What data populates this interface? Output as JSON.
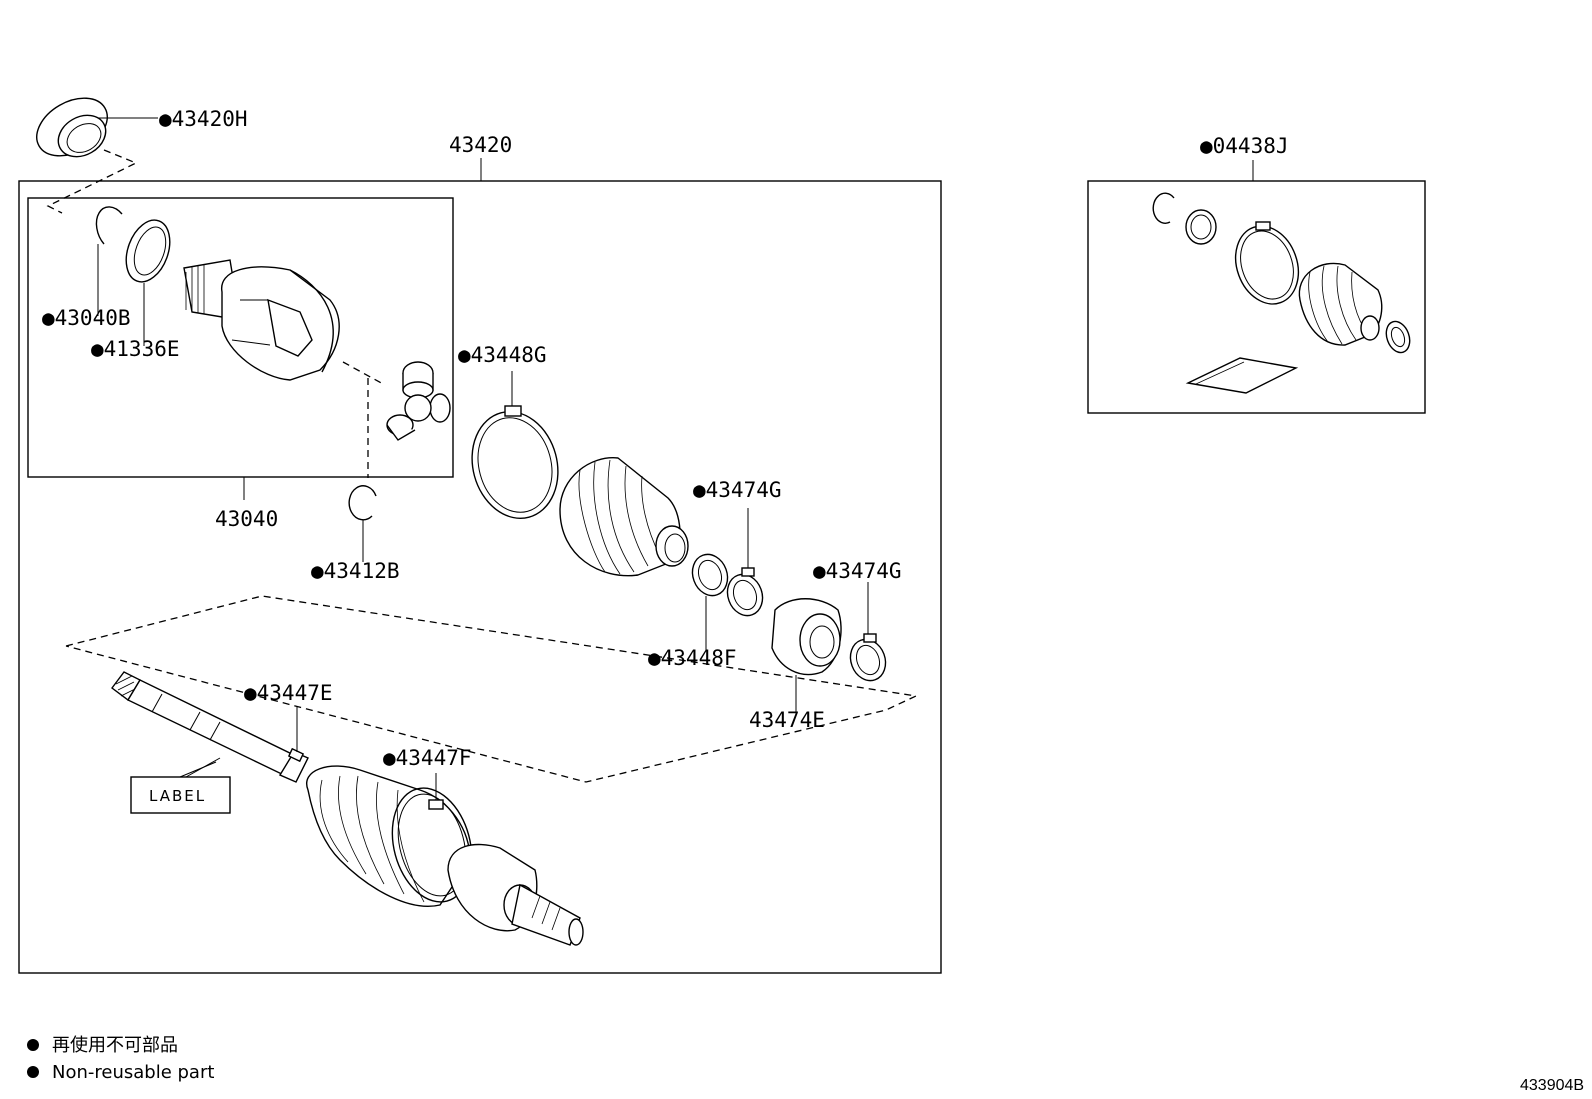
{
  "labels": {
    "p43420H": "●43420H",
    "p43420": "43420",
    "p43040B": "●43040B",
    "p41336E": "●41336E",
    "p43040": "43040",
    "p43412B": "●43412B",
    "p43448G": "●43448G",
    "p43474G_a": "●43474G",
    "p43474G_b": "●43474G",
    "p43448F": "●43448F",
    "p43474E": "43474E",
    "p43447E": "●43447E",
    "p43447F": "●43447F",
    "p04438J": "●04438J",
    "label_box": "LABEL"
  },
  "legend": {
    "line1": "再使用不可部品",
    "line2": "Non-reusable part"
  },
  "figure_ref": "433904B"
}
